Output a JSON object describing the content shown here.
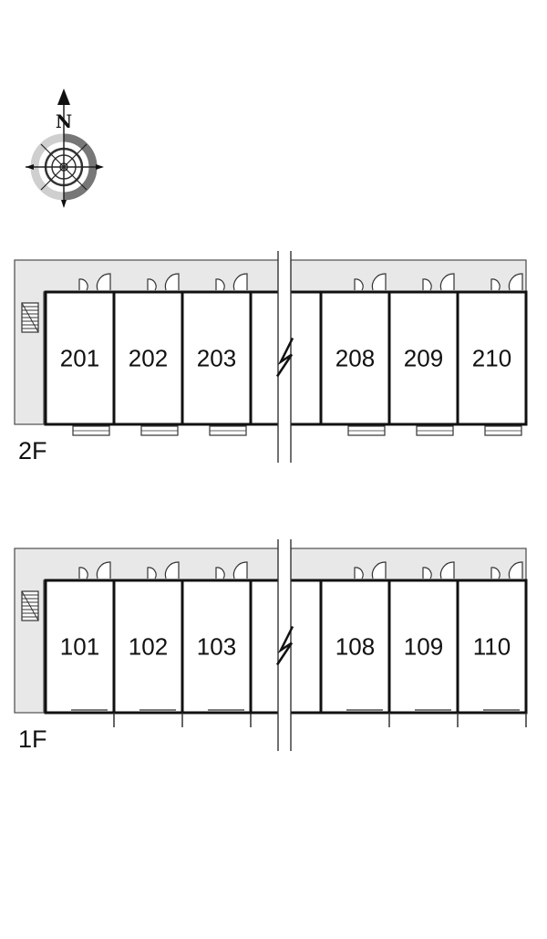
{
  "compass": {
    "north_label": "N",
    "icon": "compass-rose-icon"
  },
  "floors": [
    {
      "id": "2f",
      "label": "2F",
      "left_units": [
        "201",
        "202",
        "203"
      ],
      "right_units": [
        "208",
        "209",
        "210"
      ]
    },
    {
      "id": "1f",
      "label": "1F",
      "left_units": [
        "101",
        "102",
        "103"
      ],
      "right_units": [
        "108",
        "109",
        "110"
      ]
    }
  ],
  "colors": {
    "corridor": "#e8e8e8",
    "wall": "#111111",
    "line": "#555555",
    "background": "#ffffff"
  }
}
